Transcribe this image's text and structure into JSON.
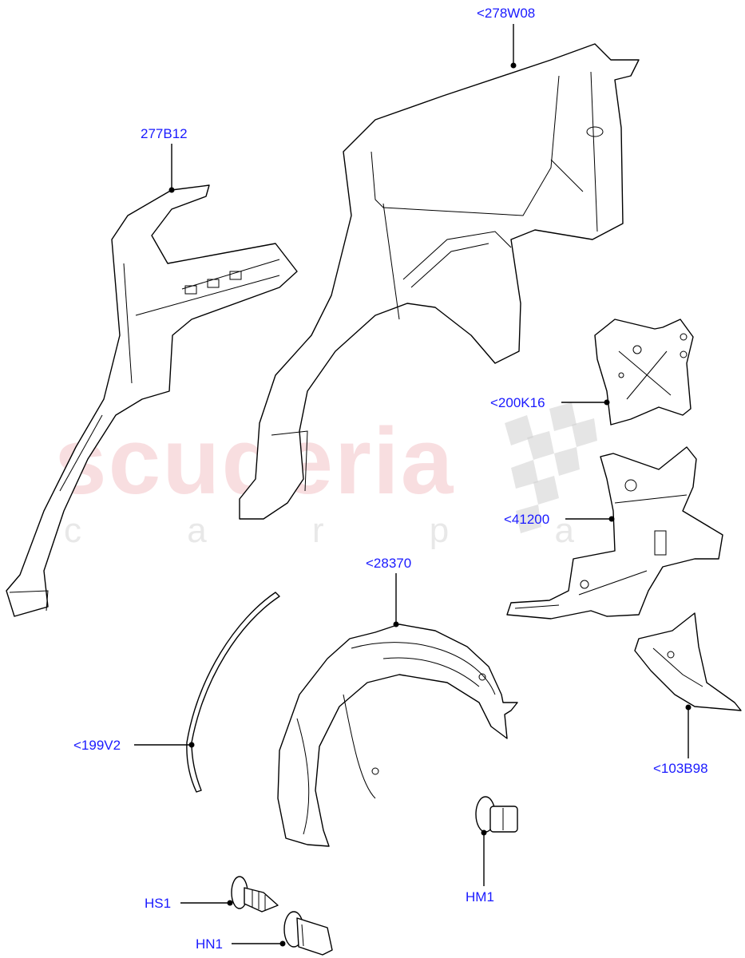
{
  "colors": {
    "label": "#1a1aff",
    "line": "#000000",
    "watermark_red": "#e36b78",
    "watermark_grey": "#9a9a9a"
  },
  "watermark": {
    "brand": "scuderia",
    "tagline": "c a r  p a r t s"
  },
  "callouts": [
    {
      "id": "278W08",
      "text": "<278W08"
    },
    {
      "id": "277B12",
      "text": "277B12"
    },
    {
      "id": "200K16",
      "text": "<200K16"
    },
    {
      "id": "41200",
      "text": "<41200"
    },
    {
      "id": "28370",
      "text": "<28370"
    },
    {
      "id": "199V2",
      "text": "<199V2"
    },
    {
      "id": "103B98",
      "text": "<103B98"
    },
    {
      "id": "HM1",
      "text": "HM1"
    },
    {
      "id": "HS1",
      "text": "HS1"
    },
    {
      "id": "HN1",
      "text": "HN1"
    }
  ]
}
